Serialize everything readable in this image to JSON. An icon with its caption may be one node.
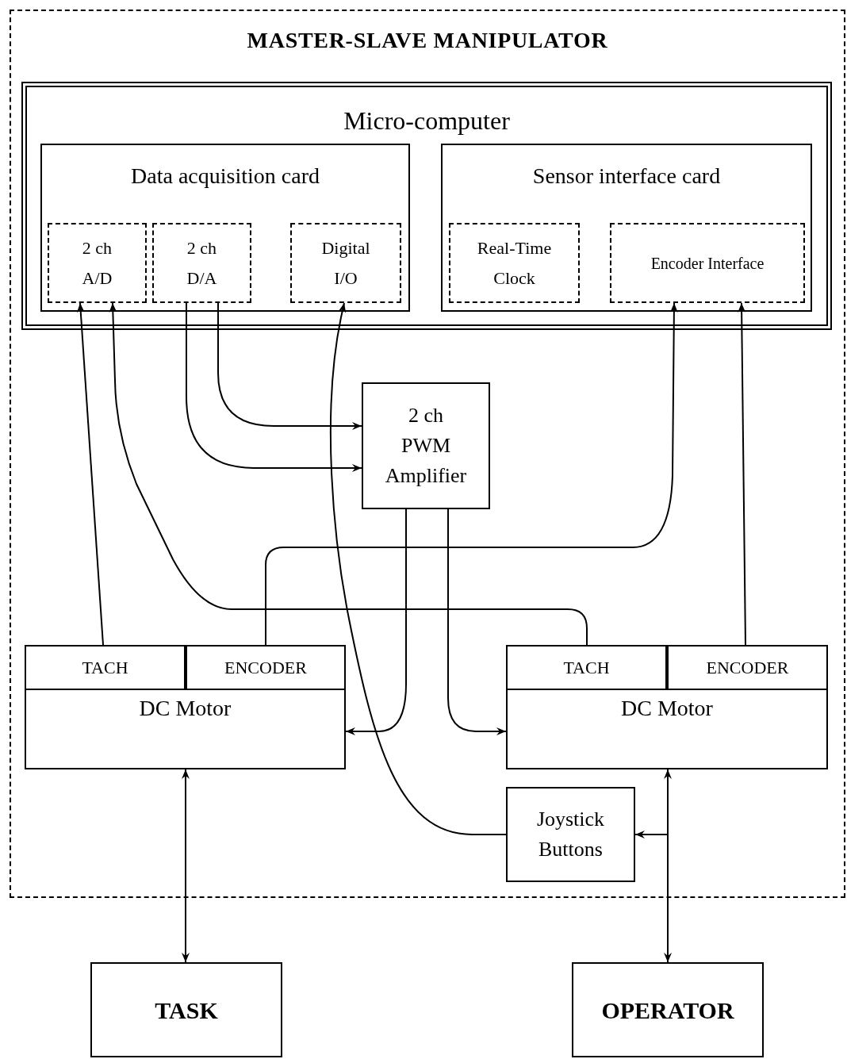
{
  "diagram": {
    "nodes": [
      {
        "text": [
          "MASTER-SLAVE MANIPULATOR"
        ]
      },
      {
        "text": [
          "Micro-computer"
        ],
        "in": 0
      },
      {
        "text": [
          "Data acquisition card"
        ],
        "in": 1
      },
      {
        "text": [
          "2 ch A/D"
        ],
        "in": 2
      },
      {
        "text": [
          "2 ch D/A"
        ],
        "in": 2
      },
      {
        "text": [
          "Digital I/O"
        ],
        "in": 2
      },
      {
        "text": [
          "Sensor interface card"
        ],
        "in": 1
      },
      {
        "text": [
          "Real-Time Clock"
        ],
        "in": 6
      },
      {
        "text": [
          "Encoder Interface"
        ],
        "in": 6
      },
      {
        "text": [
          "2 ch PWM Amplifier"
        ],
        "in": 0
      },
      {
        "text": [
          "DC Motor"
        ],
        "in": 0
      },
      {
        "text": [
          "TACH"
        ],
        "in": 10
      },
      {
        "text": [
          "ENCODER"
        ],
        "in": 10
      },
      {
        "text": [
          "DC Motor"
        ],
        "in": 0
      },
      {
        "text": [
          "TACH"
        ],
        "in": 13
      },
      {
        "text": [
          "ENCODER"
        ],
        "in": 13
      },
      {
        "text": [
          "Joystick Buttons"
        ],
        "in": 0
      },
      {
        "text": [
          "TASK"
        ]
      },
      {
        "text": [
          "OPERATOR"
        ]
      }
    ],
    "edges": [
      {
        "from": 11,
        "to": 3,
        "arrow": "to"
      },
      {
        "from": 14,
        "to": 3,
        "arrow": "to"
      },
      {
        "from": 4,
        "to": 9,
        "arrow": "to"
      },
      {
        "from": 4,
        "to": 9,
        "arrow": "to"
      },
      {
        "from": 9,
        "to": 10,
        "arrow": "to"
      },
      {
        "from": 9,
        "to": 13,
        "arrow": "to"
      },
      {
        "from": 12,
        "to": 8,
        "arrow": "to"
      },
      {
        "from": 15,
        "to": 8,
        "arrow": "to"
      },
      {
        "from": 16,
        "to": 5,
        "arrow": "to"
      },
      {
        "from": 10,
        "to": 17,
        "arrow": "both"
      },
      {
        "from": 13,
        "to": 18,
        "arrow": "both"
      },
      {
        "from": 18,
        "to": 16,
        "arrow": "to"
      }
    ]
  }
}
